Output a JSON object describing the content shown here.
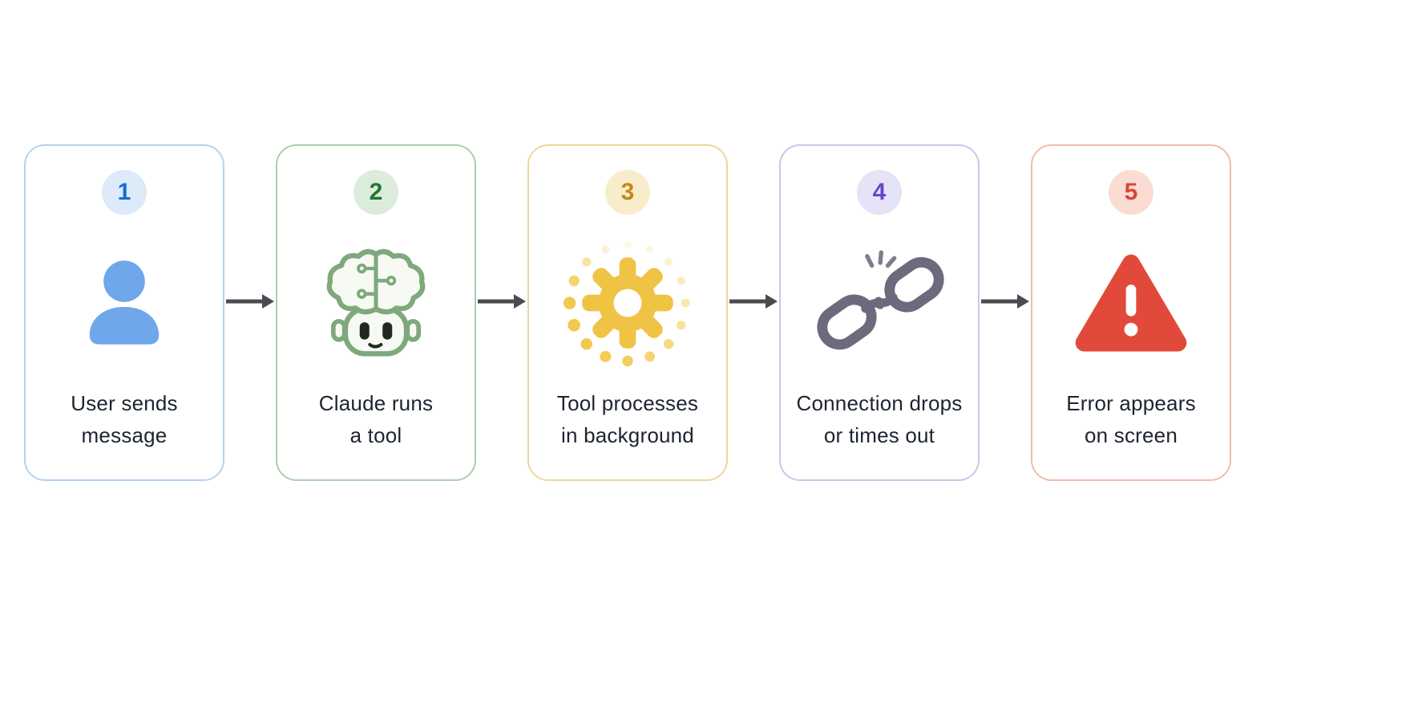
{
  "diagram_title": "tool-error-flow",
  "background_color": "#ffffff",
  "text_color": "#1d2430",
  "arrow_color": "#4b4b52",
  "steps": [
    {
      "number": "1",
      "label": "User sends\nmessage",
      "icon": "user-icon",
      "border_color": "#b5d2f2",
      "badge_bg": "#dceaf9",
      "number_color": "#1b6bd0",
      "icon_color": "#6fa7ea"
    },
    {
      "number": "2",
      "label": "Claude runs\na tool",
      "icon": "robot-icon",
      "border_color": "#abceac",
      "badge_bg": "#dcecdb",
      "number_color": "#1d7a30",
      "icon_color": "#7fa87c"
    },
    {
      "number": "3",
      "label": "Tool processes\nin background",
      "icon": "gear-spinner-icon",
      "border_color": "#ecd89c",
      "badge_bg": "#f8ecca",
      "number_color": "#c08a18",
      "icon_color": "#efc344"
    },
    {
      "number": "4",
      "label": "Connection drops\nor times out",
      "icon": "broken-chain-icon",
      "border_color": "#c8c7ea",
      "badge_bg": "#e5e3f7",
      "number_color": "#6b46cb",
      "icon_color": "#6c6b7e"
    },
    {
      "number": "5",
      "label": "Error appears\non screen",
      "icon": "warning-icon",
      "border_color": "#f3bbac",
      "badge_bg": "#fbdcd3",
      "number_color": "#da4537",
      "icon_color": "#e14a3a"
    }
  ]
}
